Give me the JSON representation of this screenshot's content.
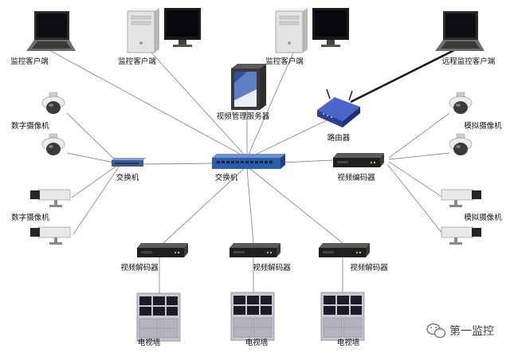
{
  "diagram": {
    "nodes": {
      "client_1": "监控客户端",
      "client_2": "监控客户端",
      "client_3": "监控客户端",
      "remote_client": "远程监控客户端",
      "server": "视频管理服务器",
      "router": "路由器",
      "digital_camera_1": "数字摄像机",
      "digital_camera_2": "数字摄像机",
      "analog_camera_1": "模拟摄像机",
      "analog_camera_2": "模拟摄像机",
      "switch_left": "交换机",
      "switch_center": "交换机",
      "encoder": "视频编码器",
      "decoder_1": "视频解码器",
      "decoder_2": "视频解码器",
      "decoder_3": "视频解码器",
      "tv_wall_1": "电视墙",
      "tv_wall_2": "电视墙",
      "tv_wall_3": "电视墙"
    }
  },
  "watermark": {
    "text": "第一监控",
    "icon": "wechat-icon"
  },
  "colors": {
    "switch_blue": "#2a5fa8",
    "router_blue": "#3550b0",
    "link_line": "#8c8c8c",
    "router_link": "#111111"
  }
}
